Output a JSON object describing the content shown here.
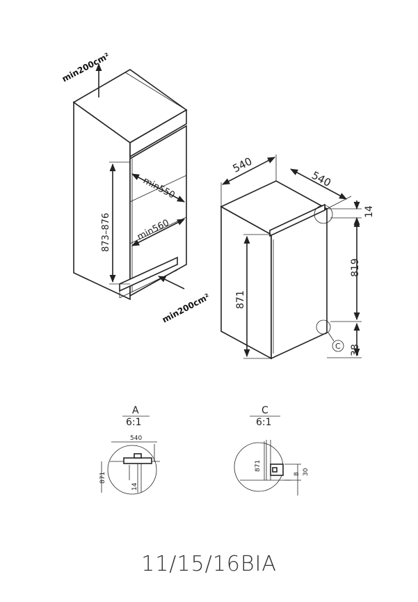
{
  "cabinet": {
    "vent_top_label": "min200cm²",
    "vent_bottom_label": "min200cm²",
    "depth_label": "min550",
    "width_label": "min560",
    "height_label": "873–876"
  },
  "appliance": {
    "width_label": "540",
    "depth_label": "540",
    "top_offset_label": "14",
    "body_height_label": "819",
    "bottom_offset_label": "38",
    "door_height_label": "871",
    "detail_callout_C": "C"
  },
  "detail_A": {
    "letter": "A",
    "scale": "6:1",
    "width_label": "540",
    "height_label": "871",
    "offset_label": "14"
  },
  "detail_C": {
    "letter": "C",
    "scale": "6:1",
    "height_label": "871",
    "gap_label": "8",
    "offset_label": "30"
  },
  "model": "11/15/16BIA"
}
